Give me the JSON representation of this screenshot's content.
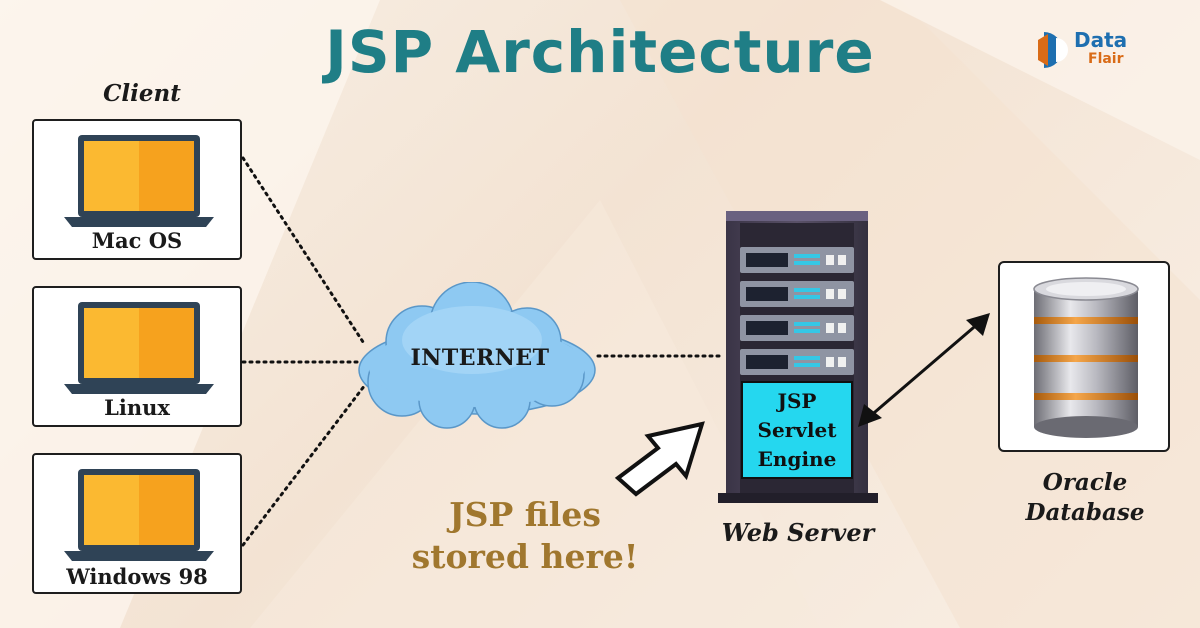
{
  "title": "JSP Architecture",
  "logo": {
    "word1": "Data",
    "word2": "Flair"
  },
  "client_label": "Client",
  "clients": [
    {
      "name": "Mac OS"
    },
    {
      "name": "Linux"
    },
    {
      "name": "Windows 98"
    }
  ],
  "internet_label": "INTERNET",
  "server": {
    "engine_lines": [
      "JSP",
      "Servlet",
      "Engine"
    ],
    "label": "Web Server"
  },
  "database": {
    "label_line1": "Oracle",
    "label_line2": "Database"
  },
  "note": {
    "line1": "JSP files",
    "line2": "stored here!"
  },
  "colors": {
    "title": "#1f7e86",
    "note": "#a0772e",
    "engine": "#25d7ef",
    "cloud": "#8ec9f2",
    "laptop_screen": "#fbb931",
    "laptop_body": "#2f4356",
    "db_ring": "#e38b1f"
  },
  "icons": {
    "logo": "dataflair-logo-icon",
    "laptop": "laptop-icon",
    "cloud": "cloud-icon",
    "server": "server-rack-icon",
    "database": "database-cylinder-icon",
    "arrow": "outline-arrow-icon",
    "bidirectional": "double-arrow-icon"
  }
}
